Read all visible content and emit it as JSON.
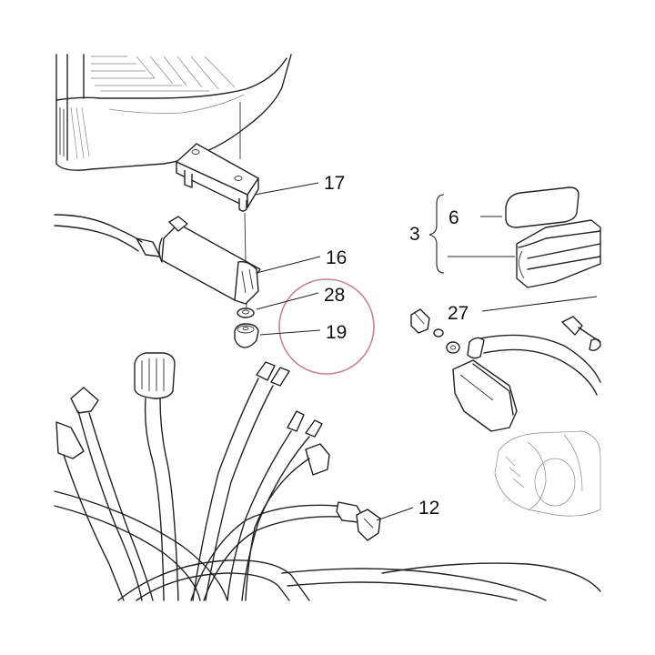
{
  "callouts": {
    "c17": "17",
    "c16": "16",
    "c28": "28",
    "c19": "19",
    "c3": "3",
    "c6": "6",
    "c27": "27",
    "c12": "12"
  },
  "colors": {
    "line": "#222222",
    "highlight": "#c9828e",
    "background": "#ffffff"
  }
}
